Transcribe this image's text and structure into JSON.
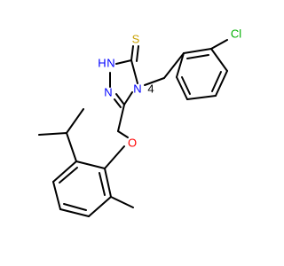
{
  "colors": {
    "bond": "#000000",
    "carbon": "#000000",
    "nitrogen": "#0000ff",
    "oxygen": "#ff0000",
    "sulfur": "#c8a000",
    "chlorine": "#00b000",
    "hydrogen": "#0000ff"
  },
  "atoms": {
    "thione_sulfur": "S",
    "ring_nh": "N",
    "nh_hydrogen": "H",
    "ring_n_lower": "N",
    "ring_n4": "N",
    "ring_n4_locant": "4",
    "chlorine": "Cl",
    "ether_oxygen": "O"
  }
}
